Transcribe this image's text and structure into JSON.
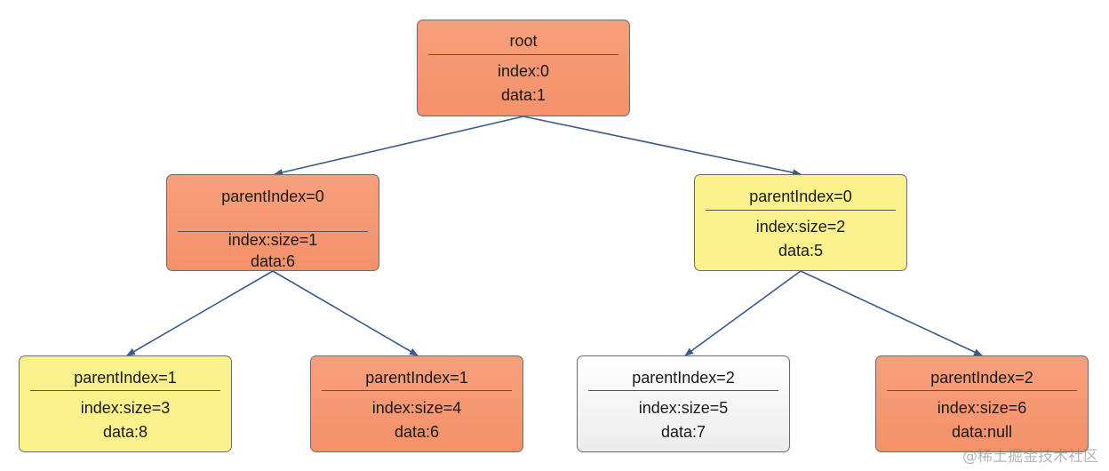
{
  "nodes": {
    "root": {
      "head": "root",
      "index": "index:0",
      "data": "data:1"
    },
    "left": {
      "head": "parentIndex=0",
      "index": "index:size=1",
      "data": "data:6"
    },
    "right": {
      "head": "parentIndex=0",
      "index": "index:size=2",
      "data": "data:5"
    },
    "ll": {
      "head": "parentIndex=1",
      "index": "index:size=3",
      "data": "data:8"
    },
    "lr": {
      "head": "parentIndex=1",
      "index": "index:size=4",
      "data": "data:6"
    },
    "rl": {
      "head": "parentIndex=2",
      "index": "index:size=5",
      "data": "data:7"
    },
    "rr": {
      "head": "parentIndex=2",
      "index": "index:size=6",
      "data": "data:null"
    }
  },
  "colors": {
    "orange": "#f4916a",
    "yellow": "#fbf18b",
    "white": "#f2f2f2",
    "edge": "#3a5a8c"
  },
  "watermark": "@稀土掘金技术社区"
}
